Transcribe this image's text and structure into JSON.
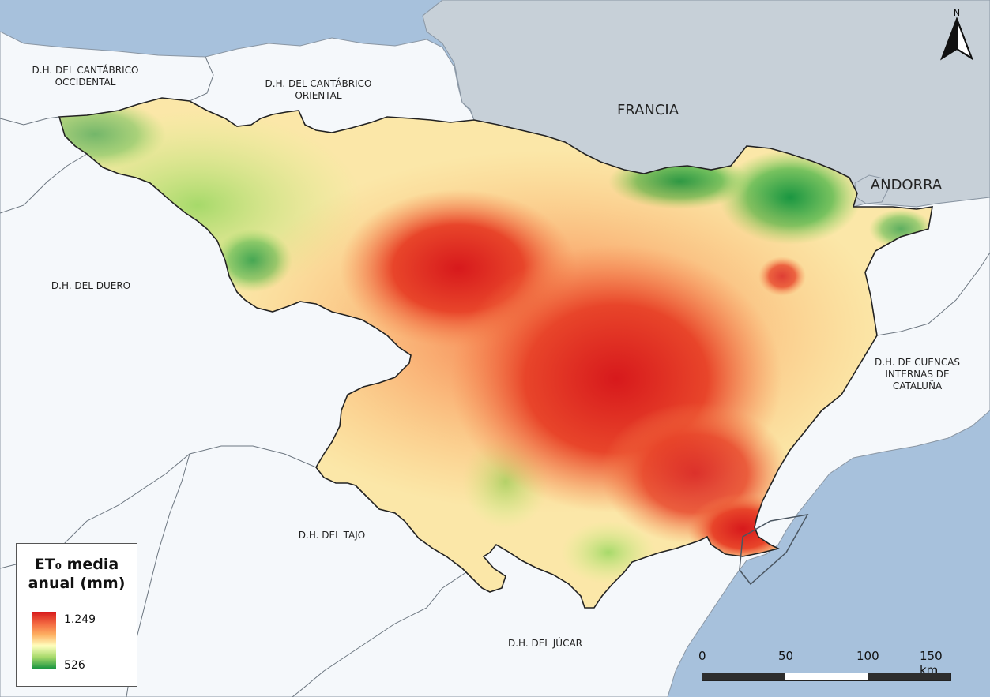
{
  "map": {
    "colors": {
      "sea": "#a7c1dc",
      "foreign": "#c7d0d8",
      "land": "#f5f8fb",
      "ramp_high": "#d7191c",
      "ramp_mid": "#ffffbf",
      "ramp_low": "#1a9641"
    },
    "labels": {
      "cant_occ": "D.H. DEL CANTÁBRICO\nOCCIDENTAL",
      "cant_ori": "D.H. DEL CANTÁBRICO\nORIENTAL",
      "francia": "FRANCIA",
      "andorra": "ANDORRA",
      "duero": "D.H. DEL DUERO",
      "cataluna": "D.H. DE CUENCAS\nINTERNAS DE\nCATALUÑA",
      "tajo": "D.H. DEL TAJO",
      "jucar": "D.H. DEL JÚCAR"
    },
    "legend": {
      "title": "ET₀ media\nanual (mm)",
      "max": "1.249",
      "min": "526"
    },
    "scale": {
      "ticks": [
        "0",
        "50",
        "100",
        "150 km"
      ]
    },
    "north": {
      "letter": "N",
      "icon": "north-arrow-icon"
    }
  }
}
